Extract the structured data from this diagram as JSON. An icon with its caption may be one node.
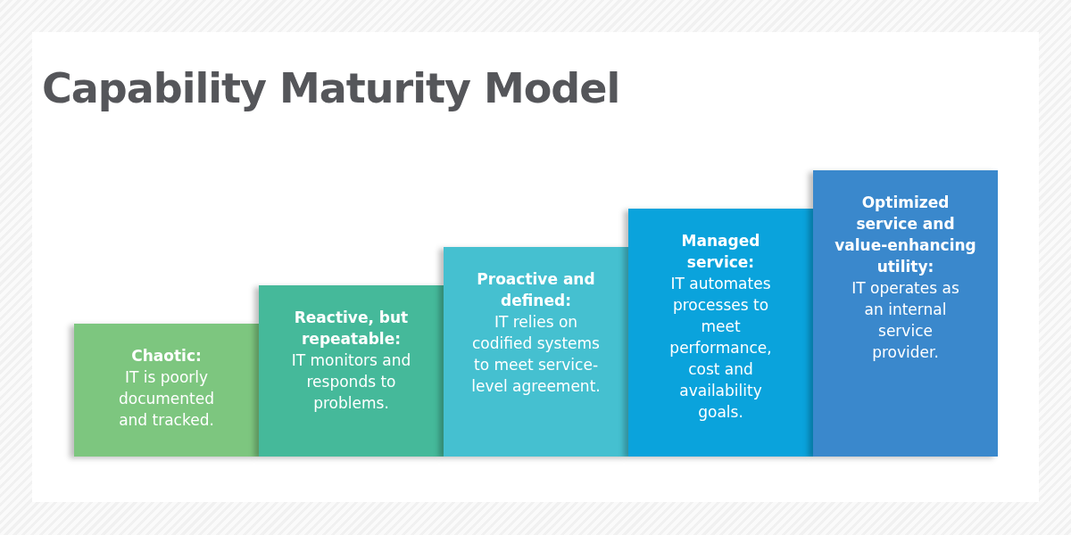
{
  "diagram": {
    "title": "Capability Maturity Model",
    "nodes": [
      {
        "text": [
          "Chaotic:",
          "IT is poorly documented and tracked."
        ]
      },
      {
        "text": [
          "Reactive, but repeatable:",
          "IT monitors and responds to problems."
        ]
      },
      {
        "text": [
          "Proactive and defined:",
          "IT relies on codified systems to meet service-level agreement."
        ]
      },
      {
        "text": [
          "Managed service:",
          "IT automates processes to meet performance, cost and availability goals."
        ]
      },
      {
        "text": [
          "Optimized service and value-enhancing utility:",
          "IT operates as an internal service provider."
        ]
      }
    ]
  }
}
